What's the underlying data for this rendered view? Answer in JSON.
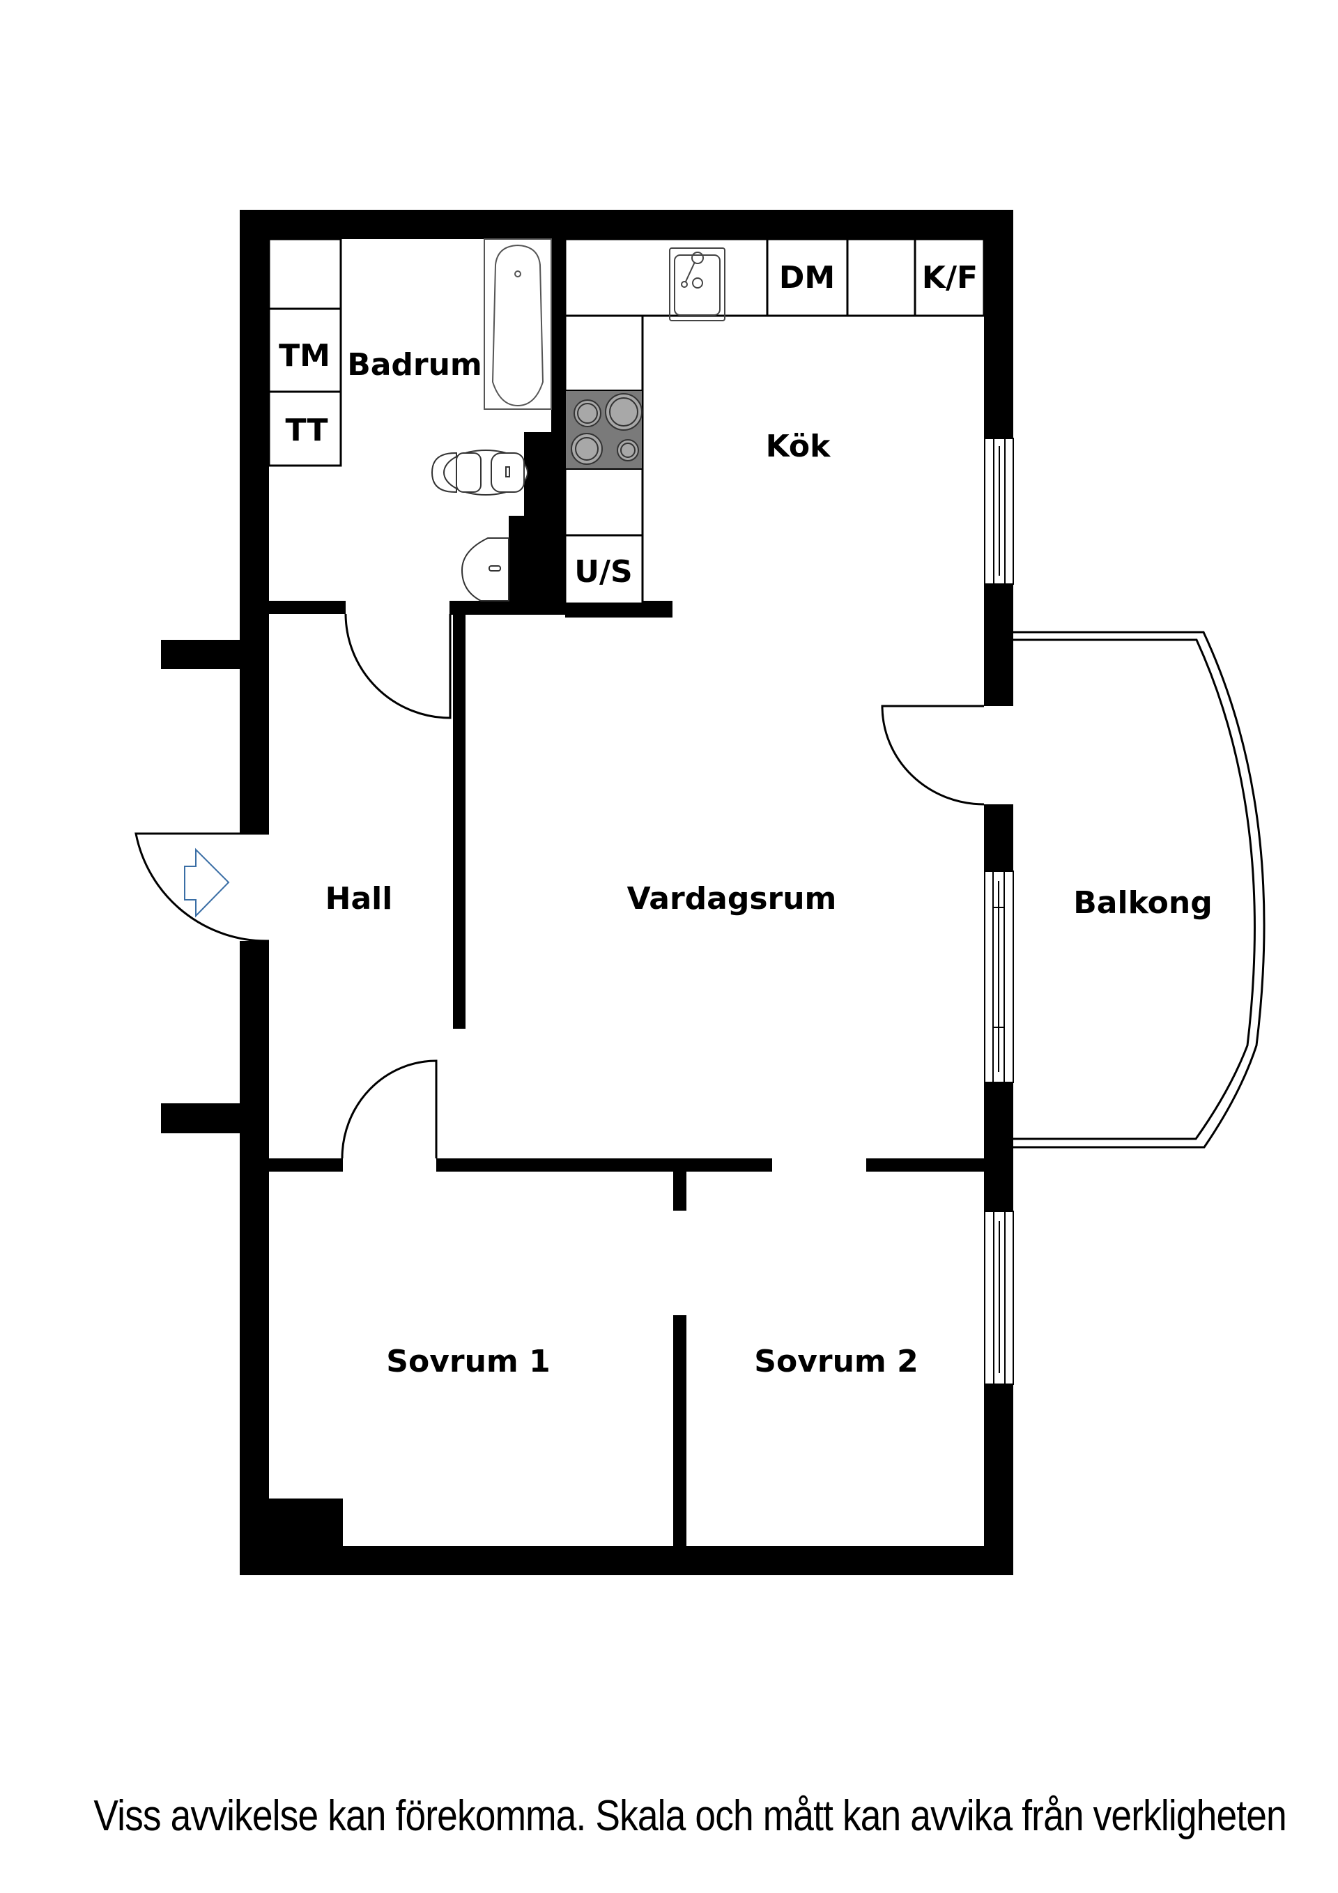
{
  "rooms": {
    "badrum": "Badrum",
    "kok": "Kök",
    "hall": "Hall",
    "vardagsrum": "Vardagsrum",
    "balkong": "Balkong",
    "sovrum1": "Sovrum 1",
    "sovrum2": "Sovrum 2"
  },
  "fixtures": {
    "tm": "TM",
    "tt": "TT",
    "dm": "DM",
    "kf": "K/F",
    "us": "U/S"
  },
  "icons": {
    "entry": "entrance-arrow-icon",
    "sink": "kitchen-sink-icon",
    "stove": "stove-icon",
    "bathtub": "bathtub-icon",
    "toilet": "toilet-icon",
    "washbasin": "washbasin-icon"
  },
  "colors": {
    "wall": "#000000",
    "stove": "#7a7a7a",
    "burner": "#a8a8a8",
    "entry_arrow": "#3a6ea5"
  },
  "footer": {
    "disclaimer": "Viss avvikelse kan förekomma. Skala och mått kan avvika från verkligheten"
  }
}
